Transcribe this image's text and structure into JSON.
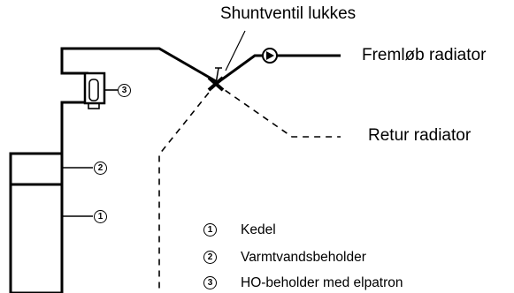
{
  "labels": {
    "shunt_valve": "Shuntventil lukkes",
    "supply": "Fremløb radiator",
    "return": "Retur radiator"
  },
  "markers": {
    "boiler": "1",
    "hot_water_tank": "2",
    "ho_tank": "3"
  },
  "legend": [
    {
      "num": "1",
      "text": "Kedel"
    },
    {
      "num": "2",
      "text": "Varmtvandsbeholder"
    },
    {
      "num": "3",
      "text": "HO-beholder med elpatron"
    }
  ]
}
